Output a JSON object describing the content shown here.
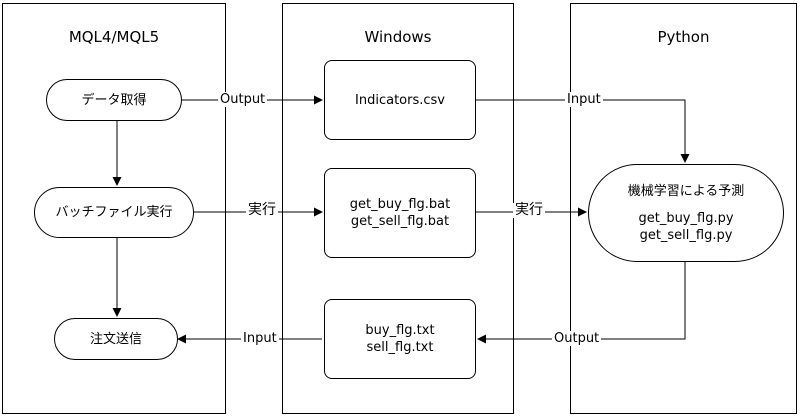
{
  "lanes": {
    "mql": "MQL4/MQL5",
    "windows": "Windows",
    "python": "Python"
  },
  "nodes": {
    "data_fetch": "データ取得",
    "batch_file": "バッチファイル実行",
    "order_send": "注文送信",
    "indicators_csv": "Indicators.csv",
    "get_buy_bat": "get_buy_flg.bat",
    "get_sell_bat": "get_sell_flg.bat",
    "buy_txt": "buy_flg.txt",
    "sell_txt": "sell_flg.txt",
    "ml_predict": "機械学習による予測",
    "get_buy_py": "get_buy_flg.py",
    "get_sell_py": "get_sell_flg.py"
  },
  "edges": {
    "output_1": "Output",
    "input_1": "Input",
    "exec_1": "実行",
    "exec_2": "実行",
    "output_2": "Output",
    "input_2": "Input"
  }
}
